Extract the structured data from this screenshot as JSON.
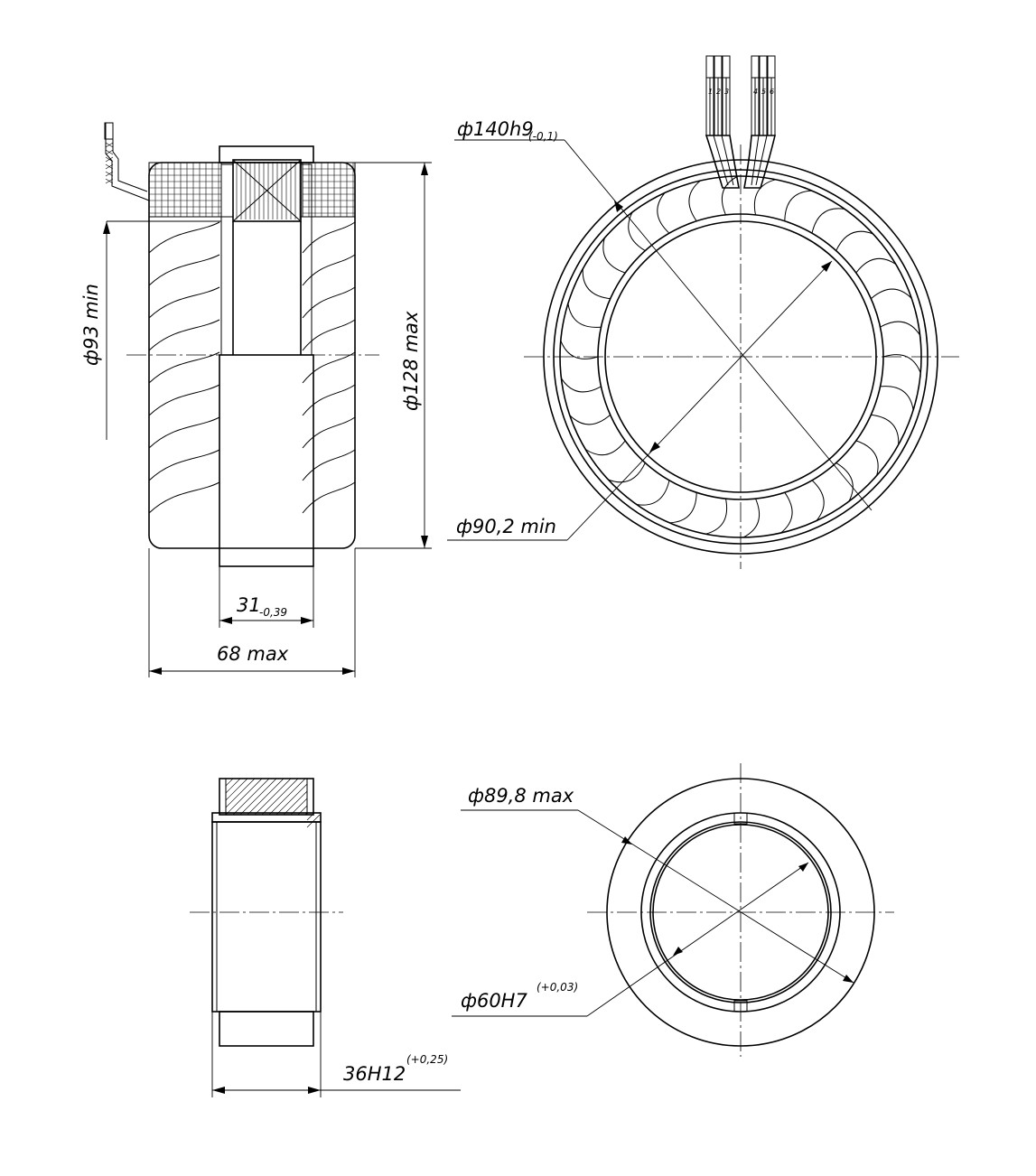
{
  "dimensions": {
    "d93": "ф93 min",
    "d128": "ф128 max",
    "w31_main": "31",
    "w31_tol": "-0,39",
    "w68": "68 max",
    "d140_main": "ф140h9",
    "d140_tol": "(-0,1)",
    "d902": "ф90,2 min",
    "d898": "ф89,8 max",
    "d60_main": "ф60H7",
    "d60_tol": "(+0,03)",
    "w36_main": "36H12",
    "w36_tol": "(+0,25)"
  },
  "lead_numbers": [
    "1",
    "2",
    "3",
    "4",
    "5",
    "6"
  ]
}
